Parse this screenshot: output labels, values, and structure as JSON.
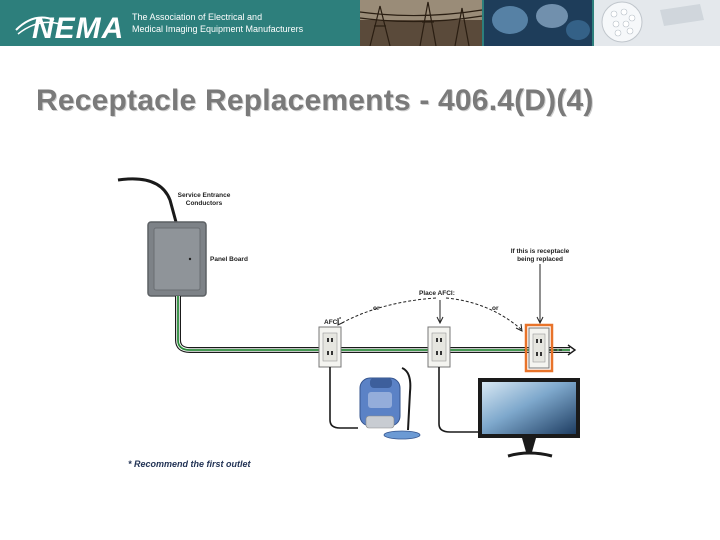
{
  "header": {
    "logo": "NEMA",
    "tagline_line1": "The Association of Electrical and",
    "tagline_line2": "Medical Imaging Equipment Manufacturers",
    "colors": {
      "bar": "#2d7f7c"
    }
  },
  "title": "Receptacle Replacements - 406.4(D)(4)",
  "diagram": {
    "service_entrance": "Service Entrance Conductors",
    "panel_board": "Panel Board",
    "if_replaced": "If this is receptacle being replaced",
    "place_afci": "Place AFCI:",
    "or_left": "or",
    "or_right": "or",
    "afci_marker": "AFCI",
    "afci_star": "*",
    "colors": {
      "highlight": "#e8732a",
      "wire_green": "#2a8a3a",
      "device_blue": "#4a78c0"
    }
  },
  "footnote": "* Recommend the first outlet"
}
